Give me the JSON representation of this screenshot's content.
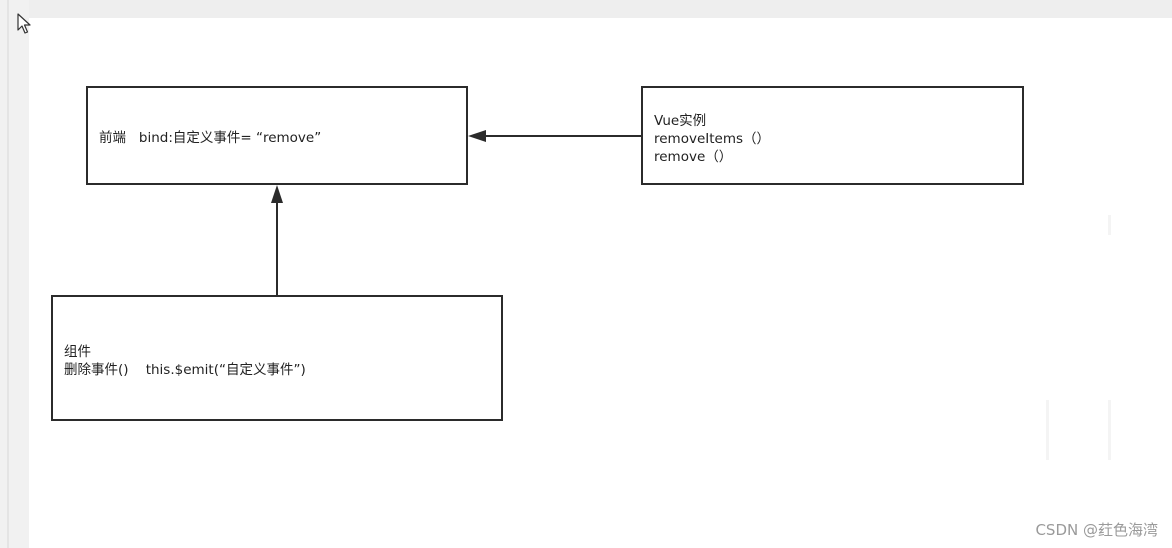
{
  "diagram": {
    "frontend_box": {
      "line1": "前端   bind:自定义事件= “remove”"
    },
    "vue_box": {
      "line1": "Vue实例",
      "line2": "removeItems（）",
      "line3": "remove（）"
    },
    "component_box": {
      "line1": "组件",
      "line2": "删除事件()    this.$emit(“自定义事件”)"
    }
  },
  "watermark": "CSDN @荭色海湾"
}
